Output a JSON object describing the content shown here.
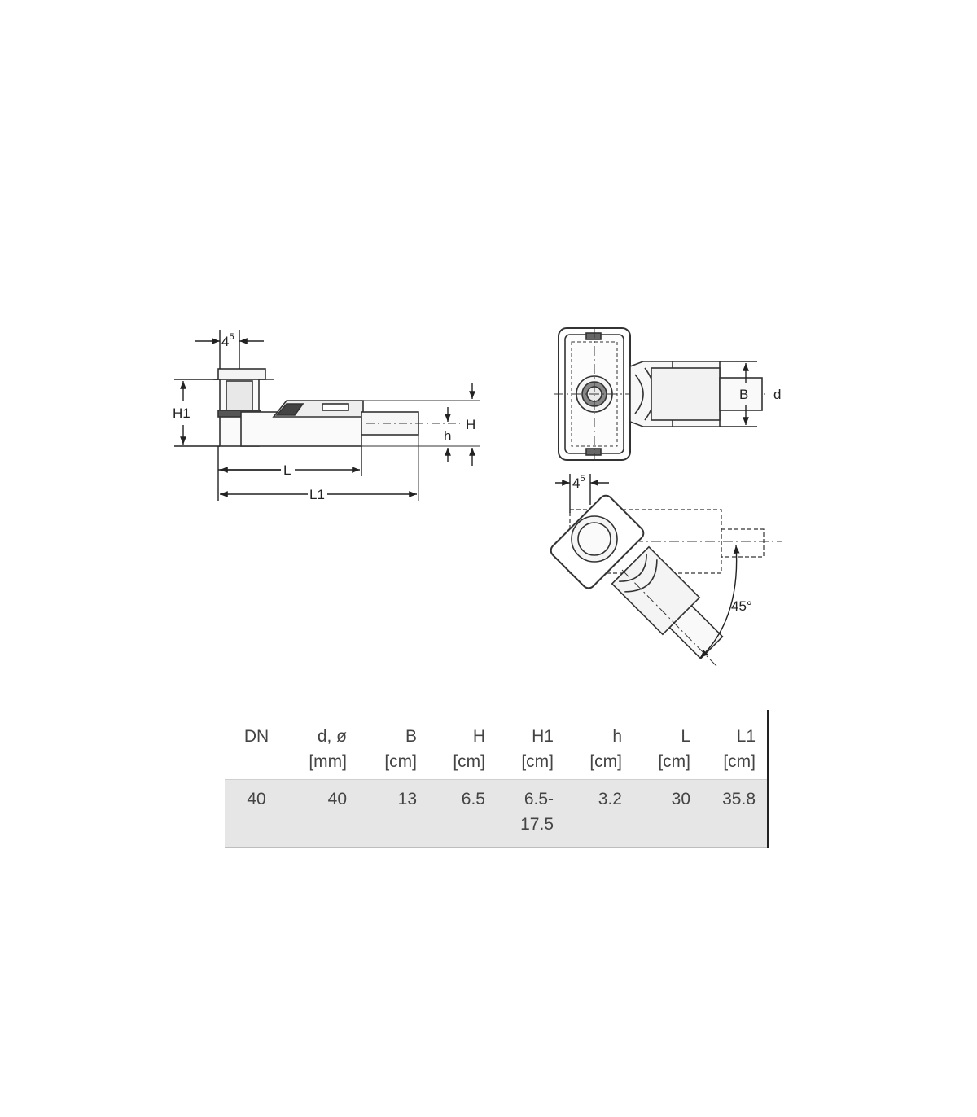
{
  "diagram": {
    "side_view": {
      "labels": {
        "four_five_base": "4",
        "four_five_sup": "5",
        "h1": "H1",
        "h": "h",
        "H": "H",
        "L": "L",
        "L1": "L1"
      }
    },
    "top_view": {
      "labels": {
        "B": "B",
        "d": "d"
      }
    },
    "rotated_view": {
      "labels": {
        "four_five_base": "4",
        "four_five_sup": "5",
        "angle": "45°"
      }
    }
  },
  "spec_table": {
    "columns": [
      {
        "name": "DN",
        "unit": ""
      },
      {
        "name": "d, ø",
        "unit": "[mm]"
      },
      {
        "name": "B",
        "unit": "[cm]"
      },
      {
        "name": "H",
        "unit": "[cm]"
      },
      {
        "name": "H1",
        "unit": "[cm]"
      },
      {
        "name": "h",
        "unit": "[cm]"
      },
      {
        "name": "L",
        "unit": "[cm]"
      },
      {
        "name": "L1",
        "unit": "[cm]"
      }
    ],
    "rows": [
      [
        {
          "l1": "40",
          "l2": ""
        },
        {
          "l1": "40",
          "l2": ""
        },
        {
          "l1": "13",
          "l2": ""
        },
        {
          "l1": "6.5",
          "l2": ""
        },
        {
          "l1": "6.5-",
          "l2": "17.5"
        },
        {
          "l1": "3.2",
          "l2": ""
        },
        {
          "l1": "30",
          "l2": ""
        },
        {
          "l1": "35.8",
          "l2": ""
        }
      ]
    ]
  }
}
